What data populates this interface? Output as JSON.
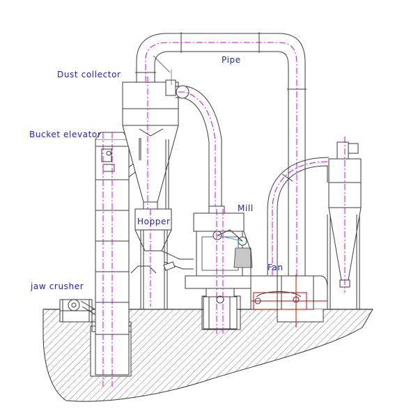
{
  "labels": {
    "dust_collector": "Dust collector",
    "pipe": "Pipe",
    "bucket_elevator": "Bucket elevator",
    "mill": "Mill",
    "hopper": "Hopper",
    "fan": "Fan",
    "jaw_crusher": "jaw crusher"
  },
  "colors": {
    "label_text": "#2020c0",
    "outline": "#3a3a3a",
    "center_line": "#e000e0",
    "motor_line": "#d00000",
    "belt_line": "#3aa0d0"
  }
}
